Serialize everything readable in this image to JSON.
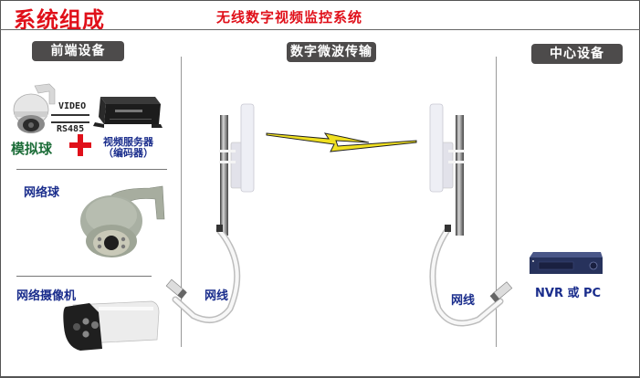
{
  "header": {
    "title": "系统组成",
    "subtitle": "无线数字视频监控系统"
  },
  "sections": {
    "front_end": "前端设备",
    "transmission": "数字微波传输",
    "center": "中心设备"
  },
  "front_end": {
    "analog": {
      "label": "模拟球",
      "signal_top": "VIDEO",
      "signal_bottom": "RS485",
      "encoder_label_line1": "视频服务器",
      "encoder_label_line2": "（编码器）"
    },
    "network_dome_label": "网络球",
    "network_camera_label": "网络摄像机"
  },
  "transmission": {
    "left_cable_label": "网线",
    "right_cable_label": "网线"
  },
  "center": {
    "device_label": "NVR 或 PC"
  },
  "colors": {
    "title_red": "#e0101a",
    "badge_bg": "#4d4b4b",
    "label_blue": "#1a2d8c",
    "label_green": "#1e6e3a",
    "lightning_yellow": "#f0e020"
  }
}
